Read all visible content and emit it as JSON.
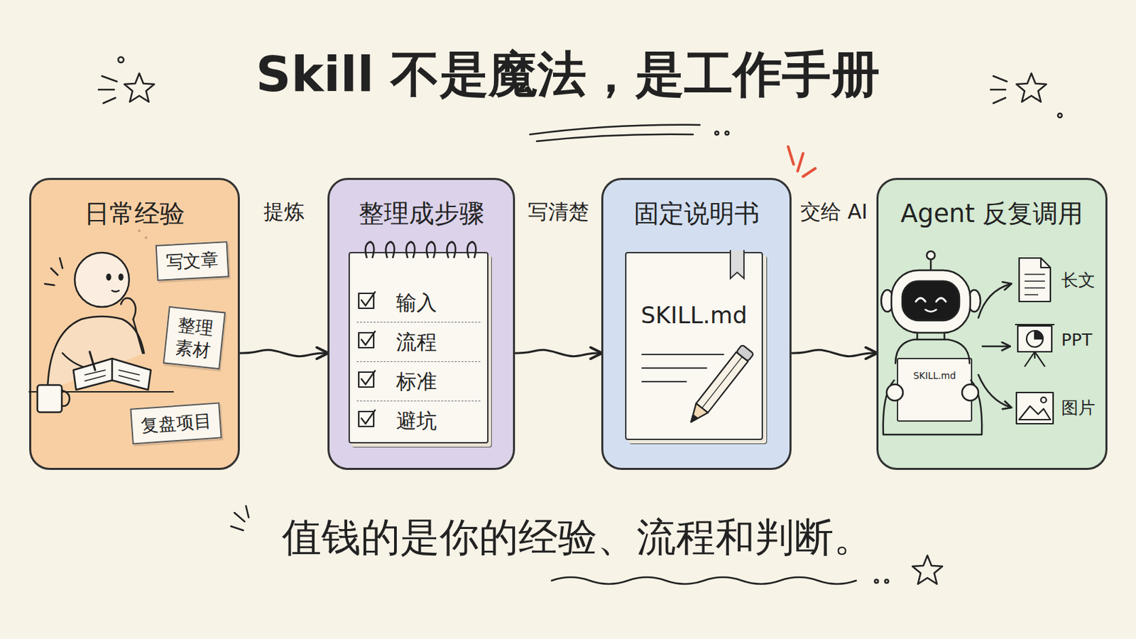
{
  "diagram": {
    "title": "Skill 不是魔法，是工作手册",
    "caption": "值钱的是你的经验、流程和判断。",
    "nodes": [
      {
        "text": [
          "日常经验"
        ]
      },
      {
        "text": [
          "写文章"
        ],
        "in": 0
      },
      {
        "text": [
          "整理素材"
        ],
        "in": 0
      },
      {
        "text": [
          "复盘项目"
        ],
        "in": 0
      },
      {
        "text": [
          "整理成步骤"
        ]
      },
      {
        "text": [
          "输入",
          "流程",
          "标准",
          "避坑"
        ],
        "in": 4
      },
      {
        "text": [
          "固定说明书"
        ]
      },
      {
        "text": [
          "SKILL.md"
        ],
        "in": 6
      },
      {
        "text": [
          "Agent 反复调用"
        ]
      },
      {
        "text": [
          "SKILL.md"
        ],
        "in": 8
      }
    ],
    "edges": [
      {
        "from": 0,
        "to": 4,
        "arrow": "to",
        "label": "提炼"
      },
      {
        "from": 4,
        "to": 6,
        "arrow": "to",
        "label": "写清楚"
      },
      {
        "from": 6,
        "to": 8,
        "arrow": "to",
        "label": "交给 AI"
      }
    ],
    "labels": [
      "长文",
      "PPT",
      "图片"
    ]
  }
}
